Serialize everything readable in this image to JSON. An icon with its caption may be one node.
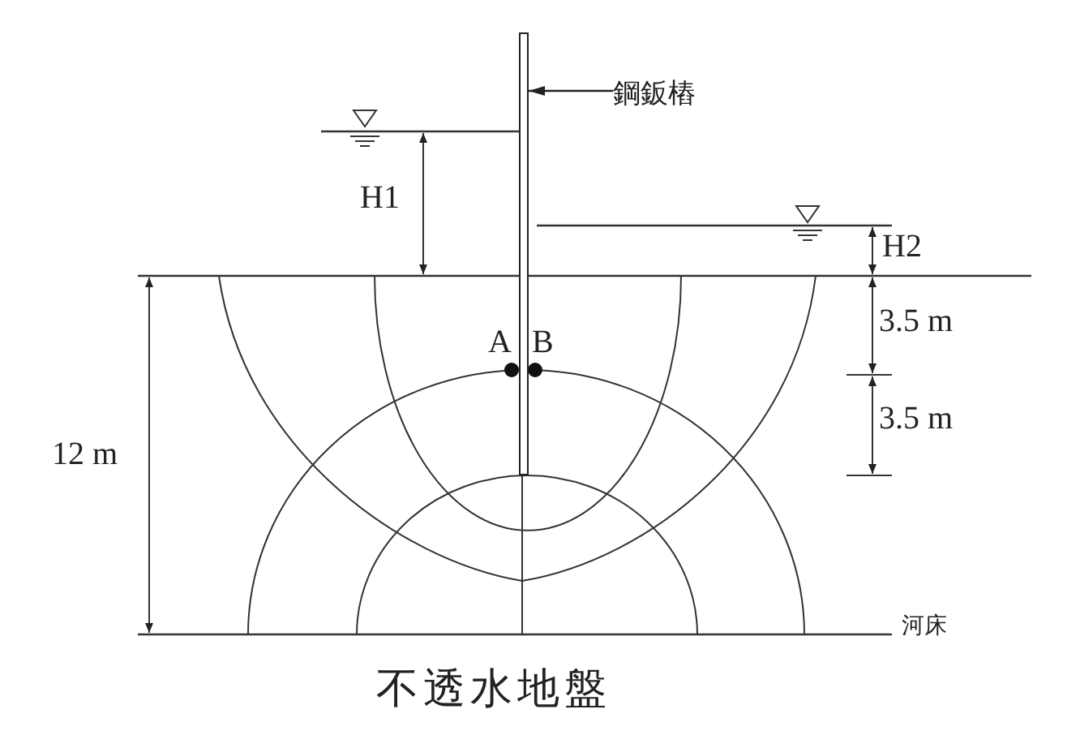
{
  "diagram": {
    "nodes": [
      {
        "text": [],
        "shape": "bar"
      },
      {
        "text": [
          "鋼鈑樁"
        ]
      }
    ],
    "edges": [
      {
        "from": 1,
        "to": 0,
        "arrow": "to"
      }
    ],
    "labels": [
      "H1",
      "H2",
      "A",
      "B",
      "3.5 m",
      "3.5 m",
      "12 m",
      "河床",
      "不透水地盤"
    ]
  }
}
